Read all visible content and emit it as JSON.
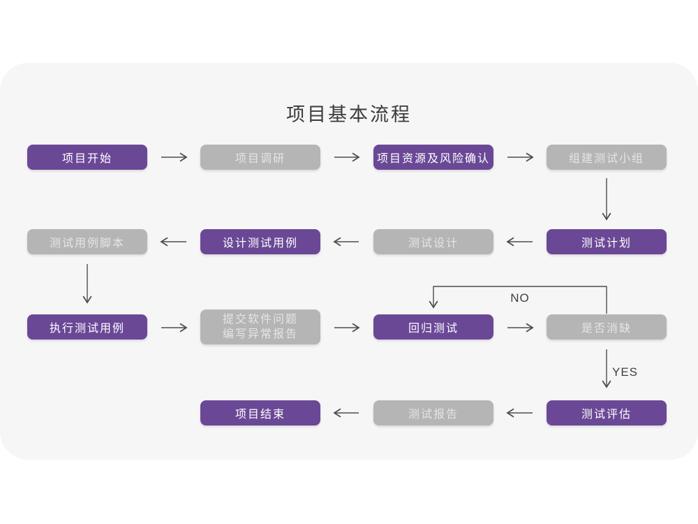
{
  "title": "项目基本流程",
  "colors": {
    "node_purple": "#6B4896",
    "node_gray": "#B5B5B5",
    "card_background": "#F6F6F7",
    "page_background": "#FFFFFF",
    "connector_line": "#4D4D4D",
    "text_on_purple": "#FFFFFF",
    "text_on_gray": "#E5E5E5",
    "title_text": "#3B3B3B"
  },
  "flow": {
    "rows": [
      {
        "direction": "left-to-right",
        "nodes": [
          {
            "label": "项目开始",
            "style": "purple"
          },
          {
            "label": "项目调研",
            "style": "gray"
          },
          {
            "label": "项目资源及风险确认",
            "style": "purple"
          },
          {
            "label": "组建测试小组",
            "style": "gray"
          }
        ]
      },
      {
        "direction": "right-to-left",
        "nodes": [
          {
            "label": "测试用例脚本",
            "style": "gray"
          },
          {
            "label": "设计测试用例",
            "style": "purple"
          },
          {
            "label": "测试设计",
            "style": "gray"
          },
          {
            "label": "测试计划",
            "style": "purple"
          }
        ]
      },
      {
        "direction": "left-to-right",
        "nodes": [
          {
            "label": "执行测试用例",
            "style": "purple"
          },
          {
            "label": "提交软件问题\n编写异常报告",
            "style": "gray"
          },
          {
            "label": "回归测试",
            "style": "purple"
          },
          {
            "label": "是否消缺",
            "style": "gray"
          }
        ]
      },
      {
        "direction": "right-to-left",
        "nodes": [
          {
            "label": "项目结束",
            "style": "purple"
          },
          {
            "label": "测试报告",
            "style": "gray"
          },
          {
            "label": "测试评估",
            "style": "purple"
          }
        ]
      }
    ],
    "edge_labels": {
      "no": "NO",
      "yes": "YES"
    }
  }
}
